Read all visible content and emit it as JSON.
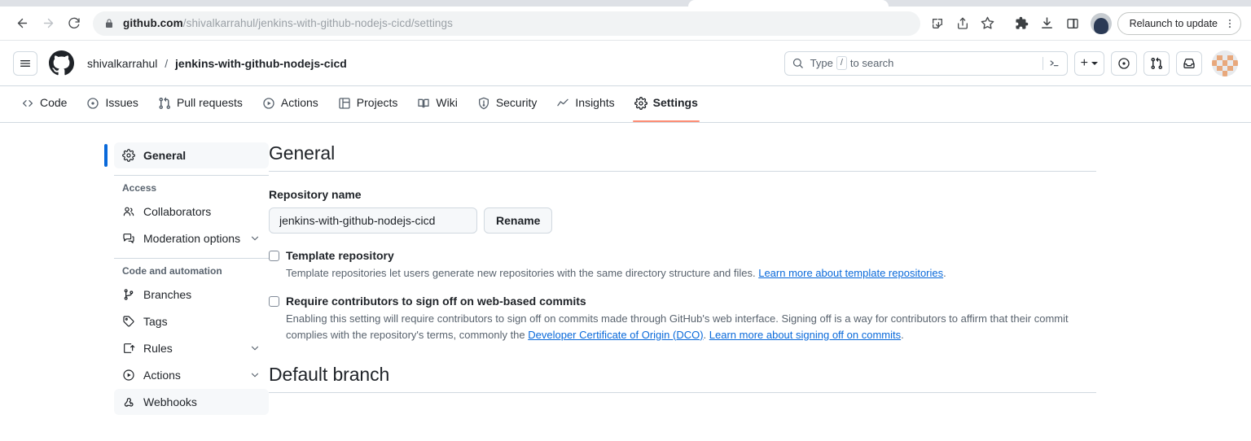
{
  "browser": {
    "url_bold": "github.com",
    "url_rest": "/shivalkarrahul/jenkins-with-github-nodejs-cicd/settings",
    "back_icon": "back-arrow-icon",
    "forward_icon": "forward-arrow-icon",
    "reload_icon": "reload-icon",
    "lock_icon": "lock-icon",
    "install_icon": "install-app-icon",
    "share_icon": "share-icon",
    "bookmark_icon": "star-bookmark-icon",
    "extensions_icon": "extensions-puzzle-icon",
    "downloads_icon": "downloads-icon",
    "sidepanel_icon": "side-panel-icon",
    "profile_icon": "chrome-profile-avatar",
    "relaunch_label": "Relaunch to update",
    "menu_icon": "kebab-menu-icon"
  },
  "gh_header": {
    "hamburger_icon": "hamburger-menu-icon",
    "logo_icon": "github-octocat-icon",
    "owner": "shivalkarrahul",
    "separator": "/",
    "repo": "jenkins-with-github-nodejs-cicd",
    "search_placeholder": "Type",
    "search_key": "/",
    "search_suffix": "to search",
    "search_icon": "search-icon",
    "terminal_icon": "terminal-icon",
    "plus_label": "+",
    "issues_icon": "issue-opened-icon",
    "pulls_icon": "pull-request-icon",
    "inbox_icon": "inbox-icon",
    "avatar_icon": "user-avatar"
  },
  "repo_nav": {
    "tabs": [
      {
        "label": "Code",
        "icon": "code-icon",
        "active": false
      },
      {
        "label": "Issues",
        "icon": "issue-opened-icon",
        "active": false
      },
      {
        "label": "Pull requests",
        "icon": "pull-request-icon",
        "active": false
      },
      {
        "label": "Actions",
        "icon": "play-circle-icon",
        "active": false
      },
      {
        "label": "Projects",
        "icon": "table-icon",
        "active": false
      },
      {
        "label": "Wiki",
        "icon": "book-icon",
        "active": false
      },
      {
        "label": "Security",
        "icon": "shield-icon",
        "active": false
      },
      {
        "label": "Insights",
        "icon": "graph-icon",
        "active": false
      },
      {
        "label": "Settings",
        "icon": "gear-icon",
        "active": true
      }
    ]
  },
  "sidebar": {
    "general": {
      "label": "General",
      "icon": "gear-icon"
    },
    "access_heading": "Access",
    "access_items": [
      {
        "label": "Collaborators",
        "icon": "people-icon",
        "chevron": false
      },
      {
        "label": "Moderation options",
        "icon": "comment-discussion-icon",
        "chevron": true
      }
    ],
    "code_heading": "Code and automation",
    "code_items": [
      {
        "label": "Branches",
        "icon": "git-branch-icon",
        "chevron": false
      },
      {
        "label": "Tags",
        "icon": "tag-icon",
        "chevron": false
      },
      {
        "label": "Rules",
        "icon": "rules-icon",
        "chevron": true
      },
      {
        "label": "Actions",
        "icon": "play-circle-icon",
        "chevron": true
      },
      {
        "label": "Webhooks",
        "icon": "webhook-icon",
        "chevron": false
      }
    ]
  },
  "main": {
    "title": "General",
    "repo_name_label": "Repository name",
    "repo_name_value": "jenkins-with-github-nodejs-cicd",
    "rename_label": "Rename",
    "template": {
      "title": "Template repository",
      "desc_1": "Template repositories let users generate new repositories with the same directory structure and files. ",
      "link_1": "Learn more about template repositories",
      "desc_2": "."
    },
    "signoff": {
      "title": "Require contributors to sign off on web-based commits",
      "desc_1": "Enabling this setting will require contributors to sign off on commits made through GitHub's web interface. Signing off is a way for contributors to affirm that their commit complies with the repository's terms, commonly the ",
      "link_1": "Developer Certificate of Origin (DCO)",
      "desc_2": ". ",
      "link_2": "Learn more about signing off on commits",
      "desc_3": "."
    },
    "default_branch_title": "Default branch"
  },
  "colors": {
    "accent": "#0969da",
    "active_tab_underline": "#fd8c73",
    "border": "#d1d9e0",
    "muted_text": "#59636e"
  }
}
